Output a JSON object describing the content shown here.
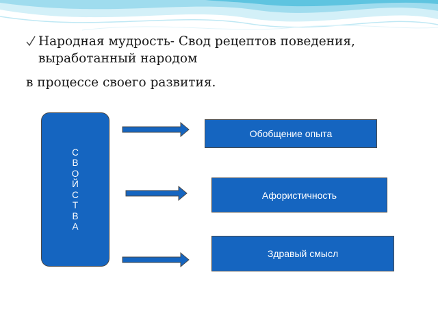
{
  "header": {
    "bullet_text": "Народная мудрость- Свод рецептов поведения, выработанный народом",
    "continuation": "в процессе своего развития."
  },
  "diagram": {
    "properties_letters": [
      "С",
      "В",
      "О",
      "Й",
      "С",
      "Т",
      "В",
      "А"
    ],
    "boxes": [
      {
        "label": "Обобщение опыта"
      },
      {
        "label": "Афористичность"
      },
      {
        "label": "Здравый смысл"
      }
    ]
  },
  "colors": {
    "box_fill": "#1565c0",
    "arrow_fill": "#1565c0",
    "border": "#4a4a4a",
    "wave_light": "#d3f0f8",
    "wave_mid": "#9fdcee",
    "wave_dark": "#5ec4e0"
  },
  "icons": {
    "bullet": "checkmark-icon",
    "arrows": "right-arrow-icon"
  }
}
